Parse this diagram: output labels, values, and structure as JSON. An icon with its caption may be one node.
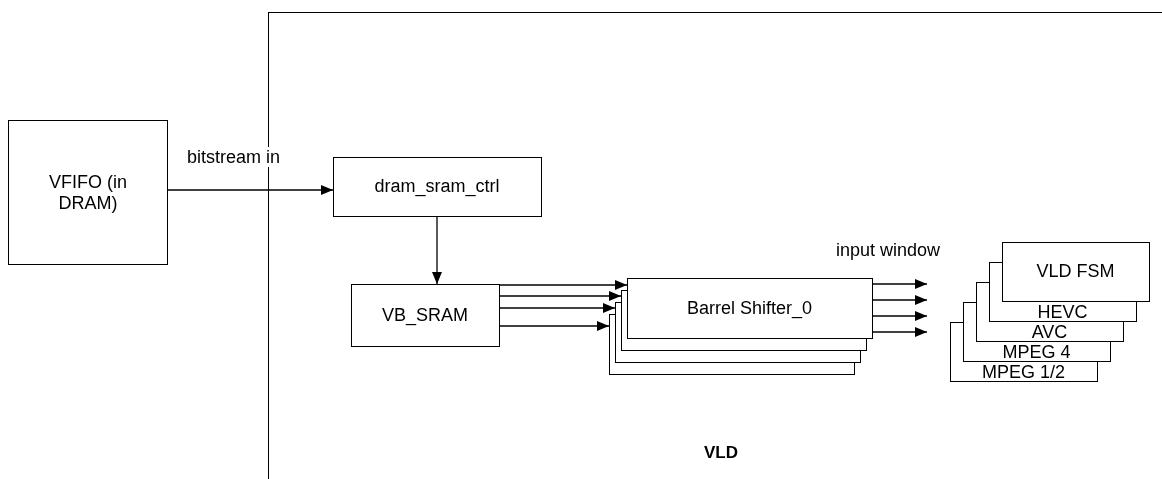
{
  "diagram": {
    "nodes": [
      {
        "text": [
          "VFIFO (in DRAM)"
        ]
      },
      {
        "text": [
          "VLD"
        ]
      },
      {
        "text": [
          "dram_sram_ctrl"
        ],
        "in": 1
      },
      {
        "text": [
          "VB_SRAM"
        ],
        "in": 1
      },
      {
        "text": [
          "Barrel Shifter_0"
        ],
        "in": 1
      },
      {
        "text": [],
        "shape": "box",
        "in": 1
      },
      {
        "text": [],
        "shape": "box",
        "in": 1
      },
      {
        "text": [],
        "shape": "box",
        "in": 1
      },
      {
        "text": [
          "VLD FSM"
        ],
        "in": 1
      },
      {
        "text": [
          "HEVC"
        ],
        "in": 1
      },
      {
        "text": [
          "AVC"
        ],
        "in": 1
      },
      {
        "text": [
          "MPEG 4"
        ],
        "in": 1
      },
      {
        "text": [
          "MPEG 1/2"
        ],
        "in": 1
      }
    ],
    "edges": [
      {
        "from": 0,
        "to": 2,
        "label": "bitstream in",
        "arrow": "to"
      },
      {
        "from": 2,
        "to": 3,
        "arrow": "to"
      },
      {
        "from": 3,
        "to": 4,
        "arrow": "to"
      },
      {
        "from": 3,
        "to": 7,
        "arrow": "to"
      },
      {
        "from": 3,
        "to": 6,
        "arrow": "to"
      },
      {
        "from": 3,
        "to": 5,
        "arrow": "to"
      },
      {
        "from": 4,
        "to": null,
        "arrow": "to"
      },
      {
        "from": 4,
        "to": null,
        "arrow": "to"
      },
      {
        "from": 4,
        "to": null,
        "arrow": "to"
      },
      {
        "from": 4,
        "to": null,
        "arrow": "to"
      }
    ],
    "labels": [
      "input window"
    ]
  }
}
